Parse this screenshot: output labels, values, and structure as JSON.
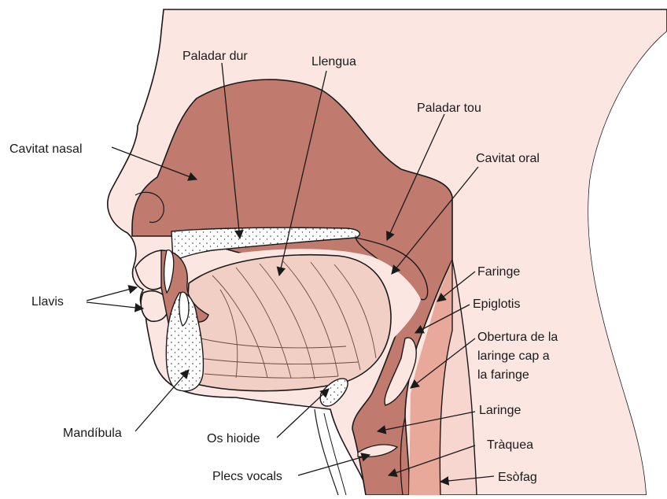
{
  "colors": {
    "skin": "#fbe6e2",
    "tissue": "#c17a6e",
    "tongue": "#f2cfc4",
    "bone": "#ffffff",
    "outline": "#1a1a1a",
    "pharynx_tint": "#e8a89a"
  },
  "labels": {
    "paladar_dur": "Paladar dur",
    "llengua": "Llengua",
    "paladar_tou": "Paladar tou",
    "cavitat_nasal": "Cavitat nasal",
    "cavitat_oral": "Cavitat oral",
    "faringe": "Faringe",
    "llavis": "Llavis",
    "epiglotis": "Epiglotis",
    "obertura_1": "Obertura de la",
    "obertura_2": "laringe cap a",
    "obertura_3": "la faringe",
    "mandibula": "Mandíbula",
    "os_hioide": "Os hioide",
    "laringe": "Laringe",
    "traquea": "Tràquea",
    "plecs_vocals": "Plecs vocals",
    "esofag": "Esòfag"
  }
}
